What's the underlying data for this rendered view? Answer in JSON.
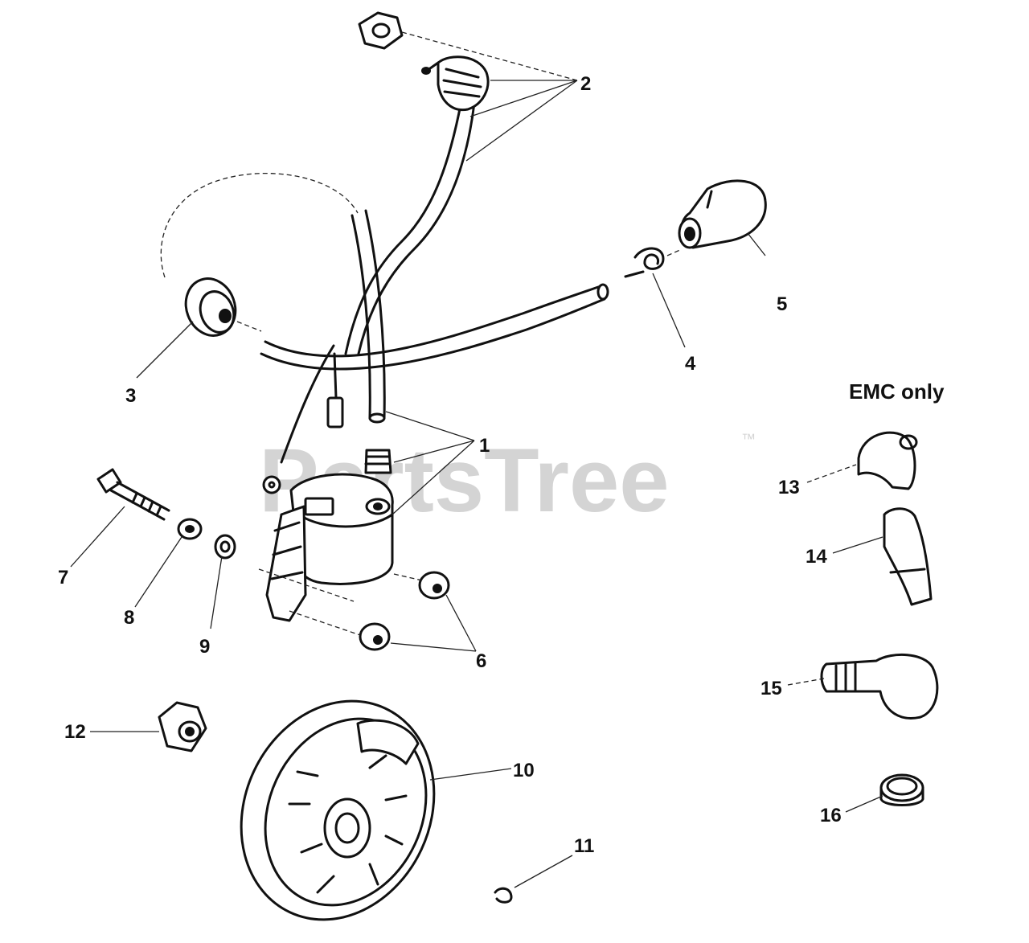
{
  "watermark": {
    "text": "PartsTree",
    "trademark": "™"
  },
  "note": "EMC only",
  "callouts": {
    "c1": "1",
    "c2": "2",
    "c3": "3",
    "c4": "4",
    "c5": "5",
    "c6": "6",
    "c7": "7",
    "c8": "8",
    "c9": "9",
    "c10": "10",
    "c11": "11",
    "c12": "12",
    "c13": "13",
    "c14": "14",
    "c15": "15",
    "c16": "16"
  }
}
